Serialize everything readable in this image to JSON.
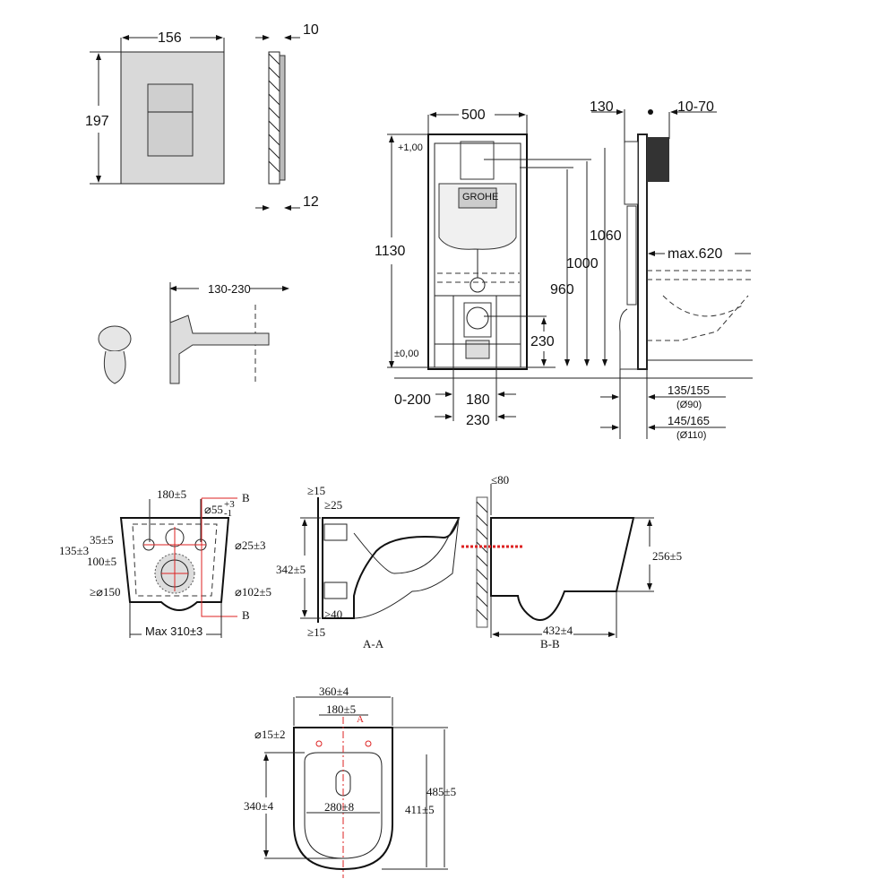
{
  "flush_plate": {
    "width": "156",
    "height": "197",
    "depth_top": "10",
    "depth_bottom": "12"
  },
  "actuator": {
    "range": "130-230"
  },
  "frame": {
    "width": "500",
    "height": "1130",
    "top_level": "+1,00",
    "floor_level": "±0,00",
    "h1060": "1060",
    "h1000": "1000",
    "h960": "960",
    "h230": "230",
    "offset": "0-200",
    "w180": "180",
    "w230": "230",
    "depth130": "130",
    "wall": "10-70",
    "max_bowl": "max.620",
    "pipe90": "135/155",
    "pipe90_d": "(Ø90)",
    "pipe110": "145/165",
    "pipe110_d": "(Ø110)"
  },
  "rear_view": {
    "spacing": "180±5",
    "inlet": "⌀55",
    "inlet_tol_up": "+3",
    "inlet_tol_down": "-1",
    "h35": "35±5",
    "h135": "135±3",
    "bolt": "⌀25±3",
    "h100": "100±5",
    "outlet_min": "≥⌀150",
    "outlet": "⌀102±5",
    "width": "Max 310±3",
    "section_mark": "B"
  },
  "section_aa": {
    "top15": "≥15",
    "top25": "≥25",
    "height": "342±5",
    "bottom40": "≥40",
    "bottom15": "≥15",
    "label": "A-A"
  },
  "section_bb": {
    "gap": "≤80",
    "height": "256±5",
    "length": "432±4",
    "label": "B-B"
  },
  "top_view": {
    "width": "360±4",
    "spacing": "180±5",
    "section_mark": "A",
    "hole": "⌀15±2",
    "h340": "340±4",
    "w280": "280±8",
    "h411": "411±5",
    "length": "485±5"
  }
}
